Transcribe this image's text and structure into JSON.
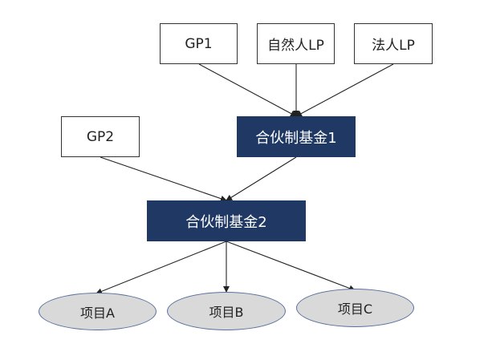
{
  "nodes": {
    "gp1": "GP1",
    "natural_lp": "自然人LP",
    "legal_lp": "法人LP",
    "gp2": "GP2",
    "fund1": "合伙制基金1",
    "fund2": "合伙制基金2",
    "project_a": "项目A",
    "project_b": "项目B",
    "project_c": "项目C"
  },
  "colors": {
    "fund_fill": "#1f3864",
    "project_fill": "#d9d9d9",
    "project_border": "#5b6f9e"
  }
}
